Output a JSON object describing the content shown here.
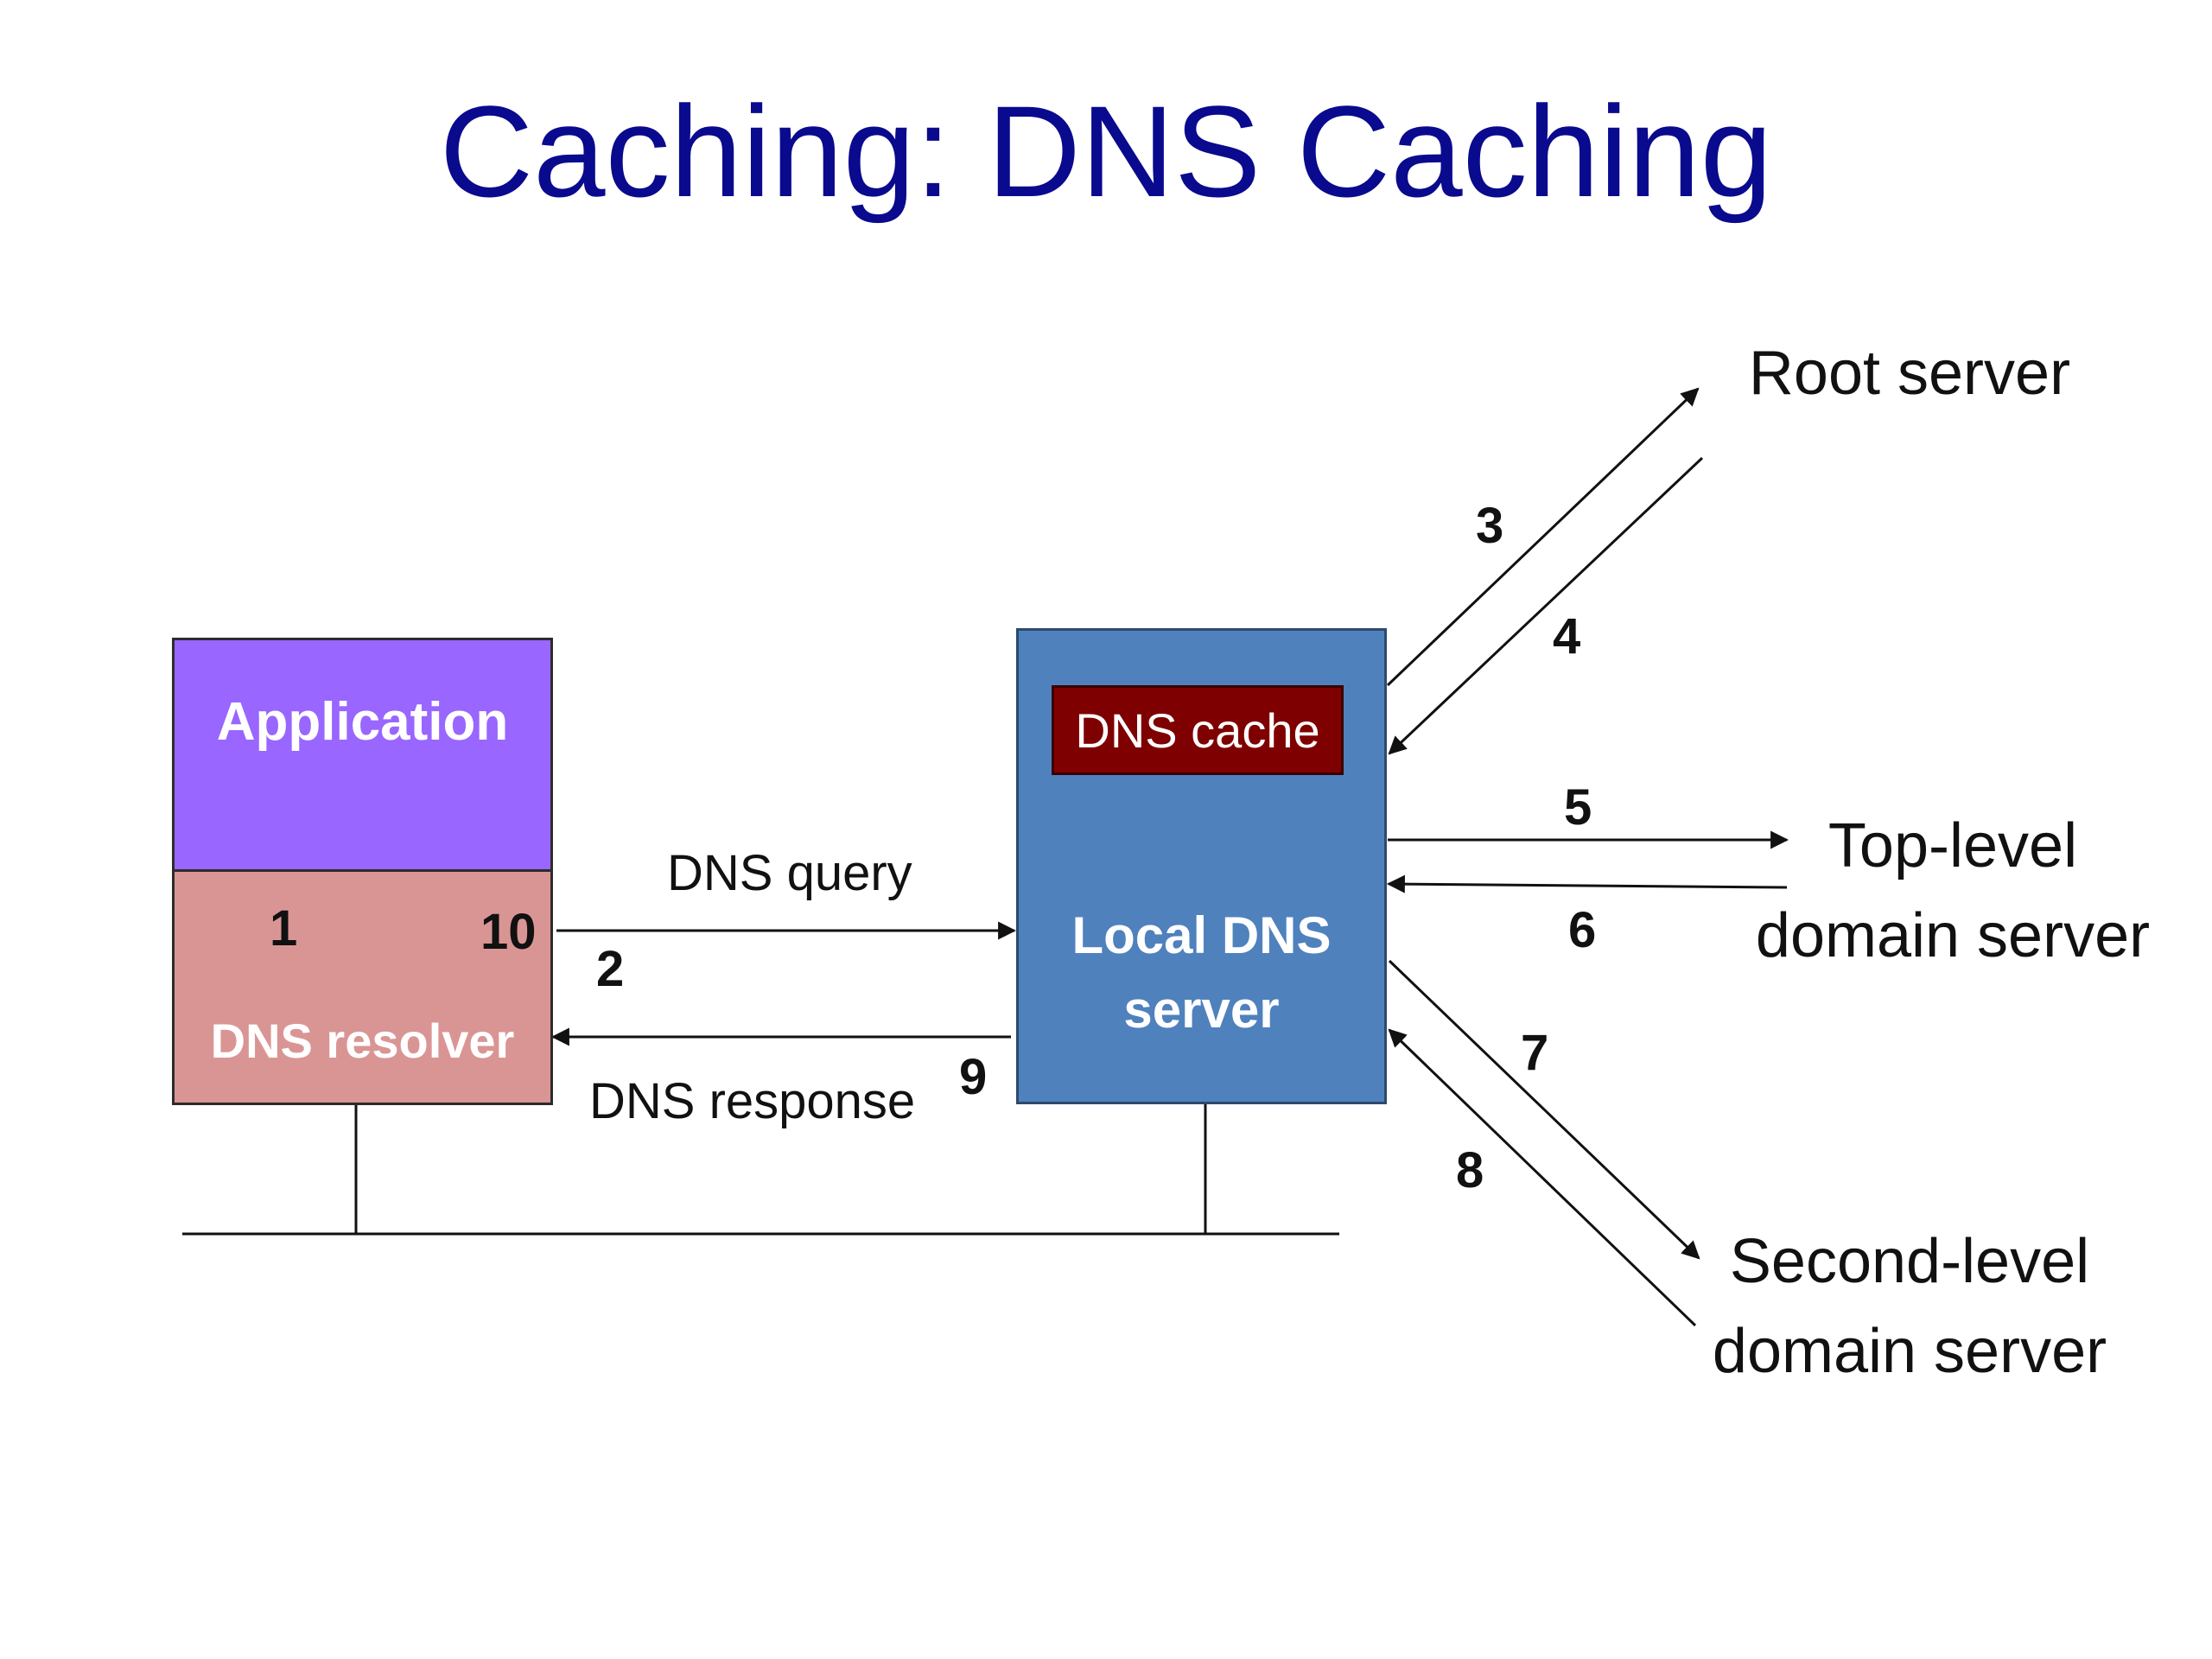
{
  "title": "Caching: DNS Caching",
  "client": {
    "application_label": "Application",
    "resolver_label": "DNS resolver"
  },
  "local_server": {
    "cache_label": "DNS cache",
    "label_line1": "Local DNS",
    "label_line2": "server"
  },
  "messages": {
    "query_label": "DNS query",
    "response_label": "DNS response"
  },
  "servers": {
    "root": "Root server",
    "tld_line1": "Top-level",
    "tld_line2": "domain server",
    "sld_line1": "Second-level",
    "sld_line2": "domain server"
  },
  "steps": [
    "1",
    "2",
    "3",
    "4",
    "5",
    "6",
    "7",
    "8",
    "9",
    "10"
  ],
  "colors": {
    "title": "#0a0a8e",
    "application": "#9966ff",
    "resolver": "#d99594",
    "local_dns": "#4f81bd",
    "cache": "#7f0000"
  }
}
